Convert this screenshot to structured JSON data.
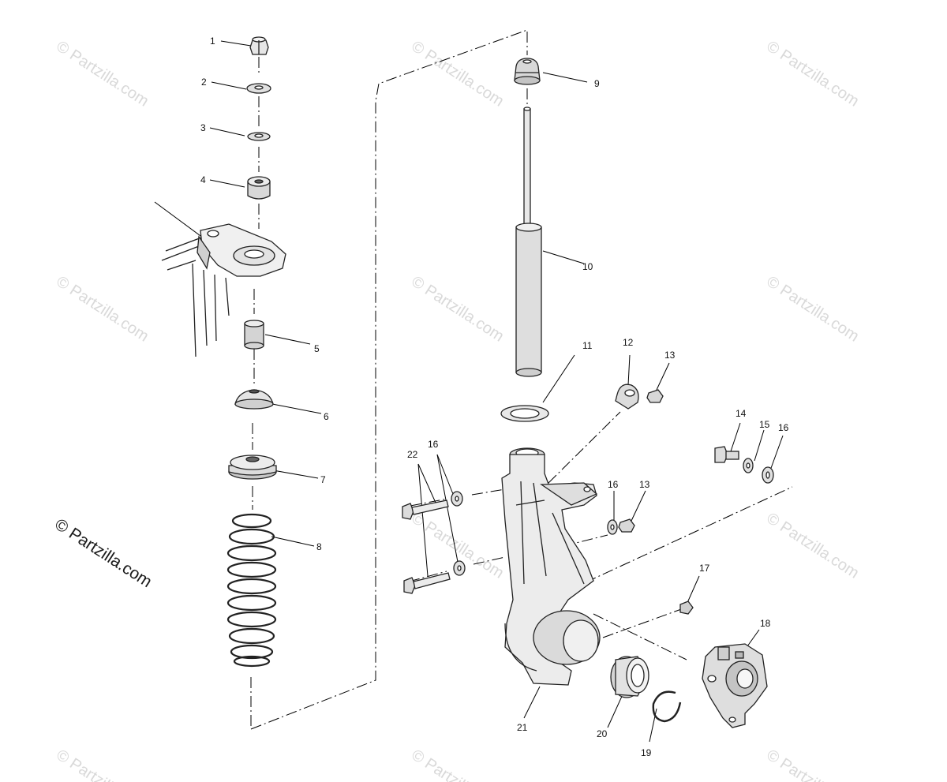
{
  "watermark": {
    "text": "© Partzilla.com"
  },
  "callouts": [
    "1",
    "2",
    "3",
    "4",
    "5",
    "6",
    "7",
    "8",
    "9",
    "10",
    "11",
    "12",
    "13",
    "14",
    "15",
    "16",
    "17",
    "18",
    "19",
    "20",
    "21",
    "22"
  ]
}
